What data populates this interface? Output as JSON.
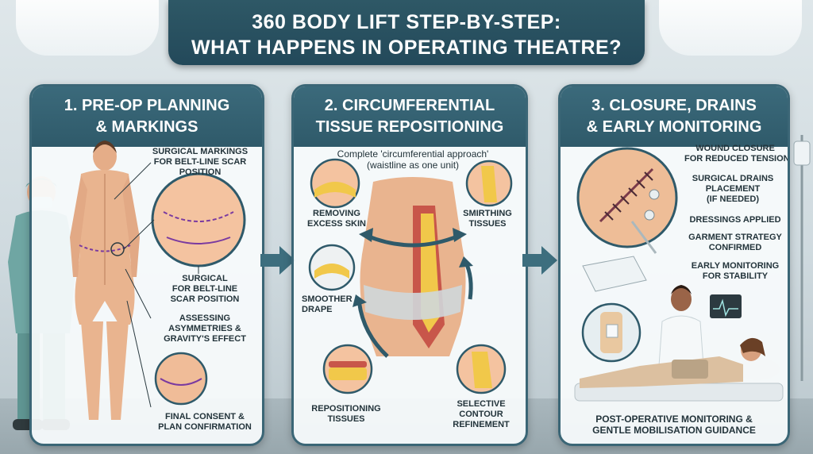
{
  "title": {
    "line1": "360 BODY LIFT STEP-BY-STEP:",
    "line2": "WHAT HAPPENS IN OPERATING THEATRE?"
  },
  "panels": [
    {
      "heading1": "1. PRE-OP PLANNING",
      "heading2": "& MARKINGS",
      "labels": {
        "surgical_markings_1": "SURGICAL MARKINGS",
        "surgical_markings_2": "FOR BELT-LINE SCAR",
        "surgical_markings_3": "POSITION",
        "surgical_1": "SURGICAL",
        "surgical_2": "FOR BELT-LINE",
        "surgical_3": "SCAR POSITION",
        "assessing_1": "ASSESSING",
        "assessing_2": "ASYMMETRIES &",
        "assessing_3": "GRAVITY'S EFFECT",
        "final_1": "FINAL CONSENT &",
        "final_2": "PLAN CONFIRMATION"
      }
    },
    {
      "heading1": "2. CIRCUMFERENTIAL",
      "heading2": "TISSUE REPOSITIONING",
      "caption_1": "Complete 'circumferential approach'",
      "caption_2": "(waistline as one unit)",
      "labels": {
        "removing_1": "REMOVING",
        "removing_2": "EXCESS SKIN",
        "smoothing_1": "SMIRTHING",
        "smoothing_2": "TISSUES",
        "smoother_1": "SMOOTHER",
        "smoother_2": "DRAPE",
        "repositioning_1": "REPOSITIONING",
        "repositioning_2": "TISSUES",
        "selective_1": "SELECTIVE",
        "selective_2": "CONTOUR",
        "selective_3": "REFINEMENT"
      }
    },
    {
      "heading1": "3. CLOSURE, DRAINS",
      "heading2": "& EARLY MONITORING",
      "labels": {
        "wound_1": "WOUND CLOSURE",
        "wound_2": "FOR REDUCED TENSION",
        "drains_1": "SURGICAL DRAINS",
        "drains_2": "PLACEMENT",
        "drains_3": "(IF NEEDED)",
        "dressings": "DRESSINGS APPLIED",
        "garment_1": "GARMENT STRATEGY",
        "garment_2": "CONFIRMED",
        "early_1": "EARLY MONITORING",
        "early_2": "FOR STABILITY",
        "post_1": "POST-OPERATIVE MONITORING &",
        "post_2": "GENTLE MOBILISATION GUIDANCE"
      }
    }
  ],
  "colors": {
    "panel_header": "#2f5a6a",
    "title_bg": "#23495a",
    "arrow": "#3d6e7e",
    "skin": "#e9b48f",
    "scrubs": "#6fa6a3",
    "marking": "#7a3aa0",
    "fat": "#f1c84a",
    "muscle": "#c8564a"
  }
}
